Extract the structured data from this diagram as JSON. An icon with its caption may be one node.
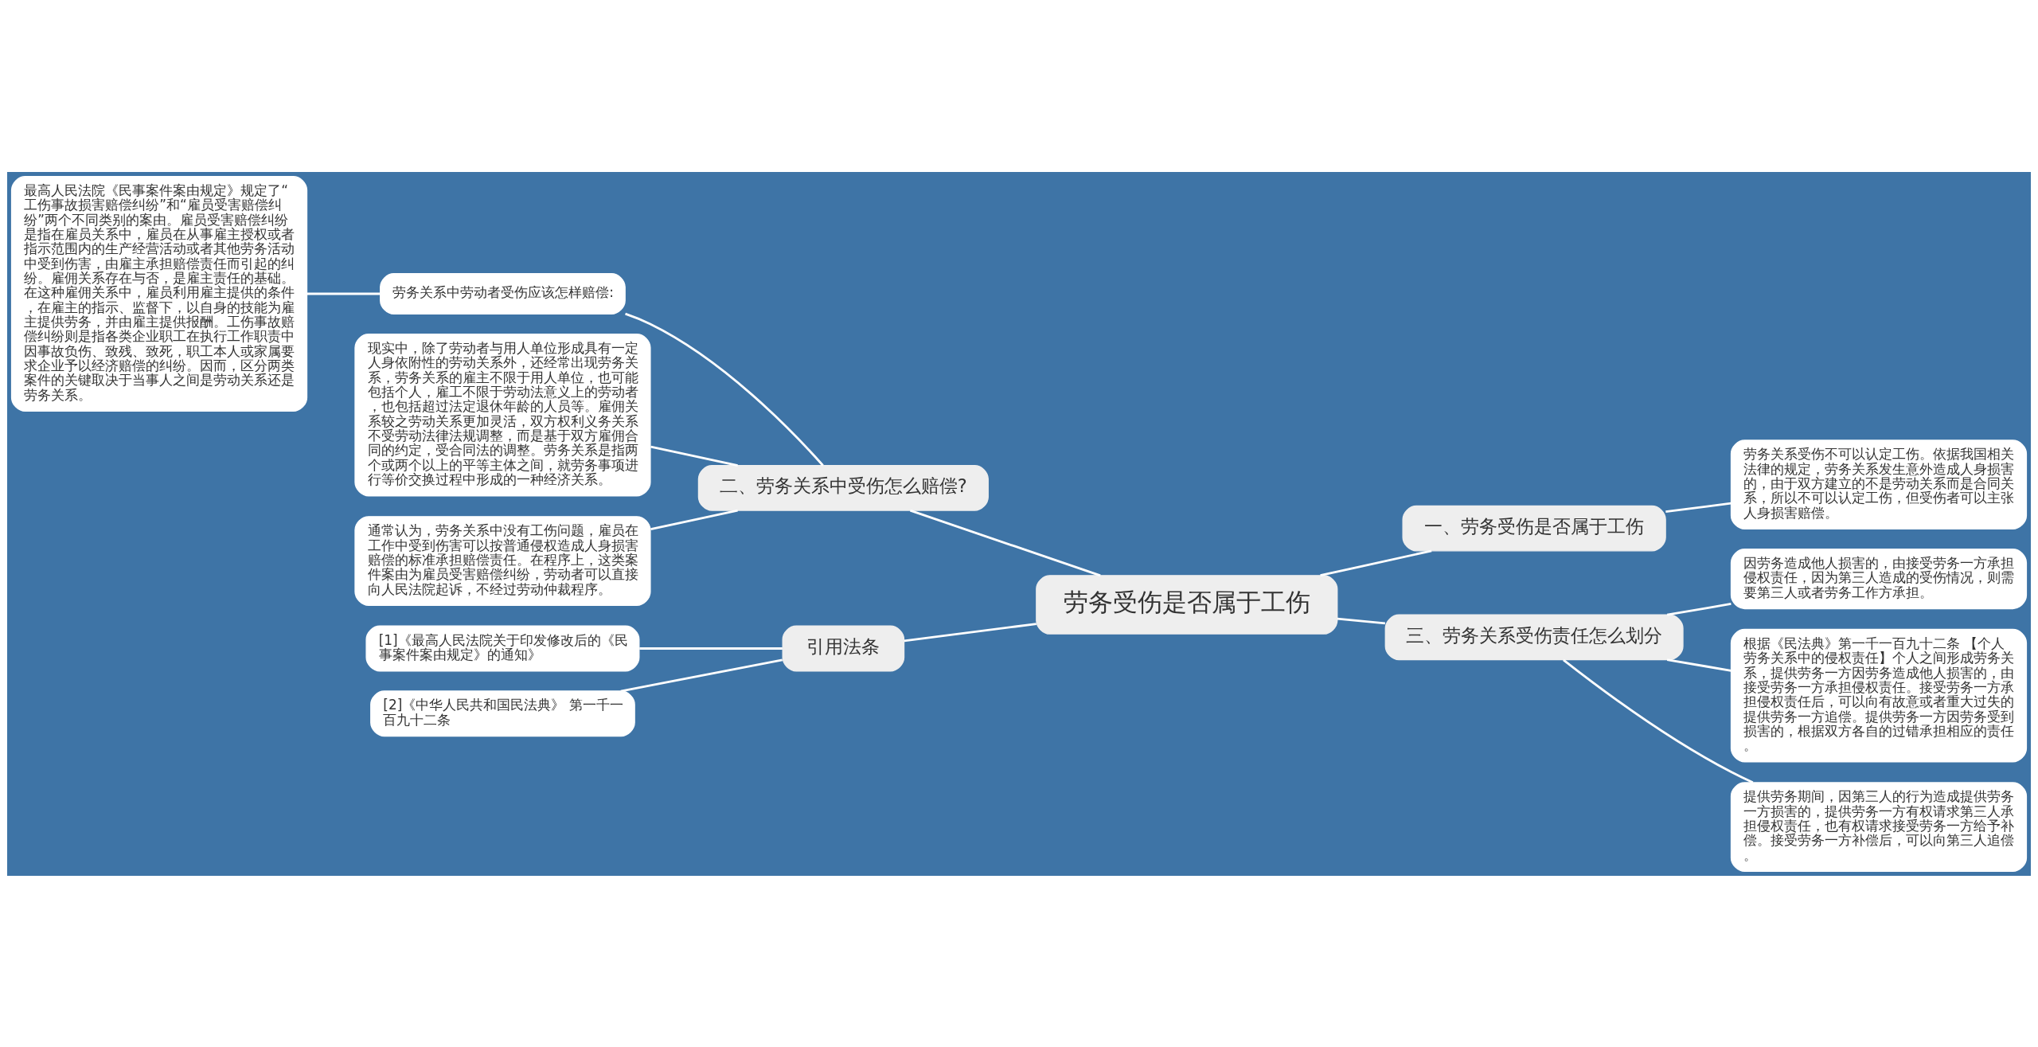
{
  "diagram": {
    "nodes": [
      {
        "text": [
          "劳务受伤是否属于工伤"
        ]
      },
      {
        "text": [
          "一、劳务受伤是否属于工伤"
        ]
      },
      {
        "text": [
          "劳务关系受伤不可以认定工伤。依据我国相关法律的规定，劳务关系发生意外造成人身损害的，由于双方建立的不是劳动关系而是合同关系，所以不可以认定工伤，但受伤者可以主张人身损害赔偿。"
        ]
      },
      {
        "text": [
          "二、劳务关系中受伤怎么赔偿?"
        ]
      },
      {
        "text": [
          "劳务关系中劳动者受伤应该怎样赔偿:"
        ]
      },
      {
        "text": [
          "最高人民法院《民事案件案由规定》规定了“工伤事故损害赔偿纠纷”和“雇员受害赔偿纠纷”两个不同类别的案由。雇员受害赔偿纠纷是指在雇员关系中，雇员在从事雇主授权或者指示范围内的生产经营活动或者其他劳务活动中受到伤害，由雇主承担赔偿责任而引起的纠纷。雇佣关系存在与否，是雇主责任的基础。在这种雇佣关系中，雇员利用雇主提供的条件，在雇主的指示、监督下，以自身的技能为雇主提供劳务，并由雇主提供报酬。工伤事故赔偿纠纷则是指各类企业职工在执行工作职责中因事故负伤、致残、致死，职工本人或家属要求企业予以经济赔偿的纠纷。因而，区分两类案件的关键取决于当事人之间是劳动关系还是劳务关系。"
        ]
      },
      {
        "text": [
          "现实中，除了劳动者与用人单位形成具有一定人身依附性的劳动关系外，还经常出现劳务关系，劳务关系的雇主不限于用人单位，也可能包括个人，雇工不限于劳动法意义上的劳动者，也包括超过法定退休年龄的人员等。雇佣关系较之劳动关系更加灵活，双方权利义务关系不受劳动法律法规调整，而是基于双方雇佣合同的约定，受合同法的调整。劳务关系是指两个或两个以上的平等主体之间，就劳务事项进行等价交换过程中形成的一种经济关系。"
        ]
      },
      {
        "text": [
          "通常认为，劳务关系中没有工伤问题，雇员在工作中受到伤害可以按普通侵权造成人身损害赔偿的标准承担赔偿责任。在程序上，这类案件案由为雇员受害赔偿纠纷，劳动者可以直接向人民法院起诉，不经过劳动仲裁程序。"
        ]
      },
      {
        "text": [
          "三、劳务关系受伤责任怎么划分"
        ]
      },
      {
        "text": [
          "因劳务造成他人损害的，由接受劳务一方承担侵权责任，因为第三人造成的受伤情况，则需要第三人或者劳务工作方承担。"
        ]
      },
      {
        "text": [
          "根据《民法典》第一千一百九十二条 【个人劳务关系中的侵权责任】个人之间形成劳务关系，提供劳务一方因劳务造成他人损害的，由接受劳务一方承担侵权责任。接受劳务一方承担侵权责任后，可以向有故意或者重大过失的提供劳务一方追偿。提供劳务一方因劳务受到损害的，根据双方各自的过错承担相应的责任。"
        ]
      },
      {
        "text": [
          "提供劳务期间，因第三人的行为造成提供劳务一方损害的，提供劳务一方有权请求第三人承担侵权责任，也有权请求接受劳务一方给予补偿。接受劳务一方补偿后，可以向第三人追偿。"
        ]
      },
      {
        "text": [
          "引用法条"
        ]
      },
      {
        "text": [
          "[1]《最高人民法院关于印发修改后的《民事案件案由规定》的通知》"
        ]
      },
      {
        "text": [
          "[2]《中华人民共和国民法典》 第一千一百九十二条"
        ]
      }
    ],
    "edges": [
      {
        "from": 0,
        "to": 1,
        "arrow": "none"
      },
      {
        "from": 1,
        "to": 2,
        "arrow": "none"
      },
      {
        "from": 0,
        "to": 3,
        "arrow": "none"
      },
      {
        "from": 3,
        "to": 4,
        "arrow": "none"
      },
      {
        "from": 4,
        "to": 5,
        "arrow": "none"
      },
      {
        "from": 3,
        "to": 6,
        "arrow": "none"
      },
      {
        "from": 3,
        "to": 7,
        "arrow": "none"
      },
      {
        "from": 0,
        "to": 8,
        "arrow": "none"
      },
      {
        "from": 8,
        "to": 9,
        "arrow": "none"
      },
      {
        "from": 8,
        "to": 10,
        "arrow": "none"
      },
      {
        "from": 8,
        "to": 11,
        "arrow": "none"
      },
      {
        "from": 0,
        "to": 12,
        "arrow": "none"
      },
      {
        "from": 12,
        "to": 13,
        "arrow": "none"
      },
      {
        "from": 12,
        "to": 14,
        "arrow": "none"
      }
    ]
  }
}
